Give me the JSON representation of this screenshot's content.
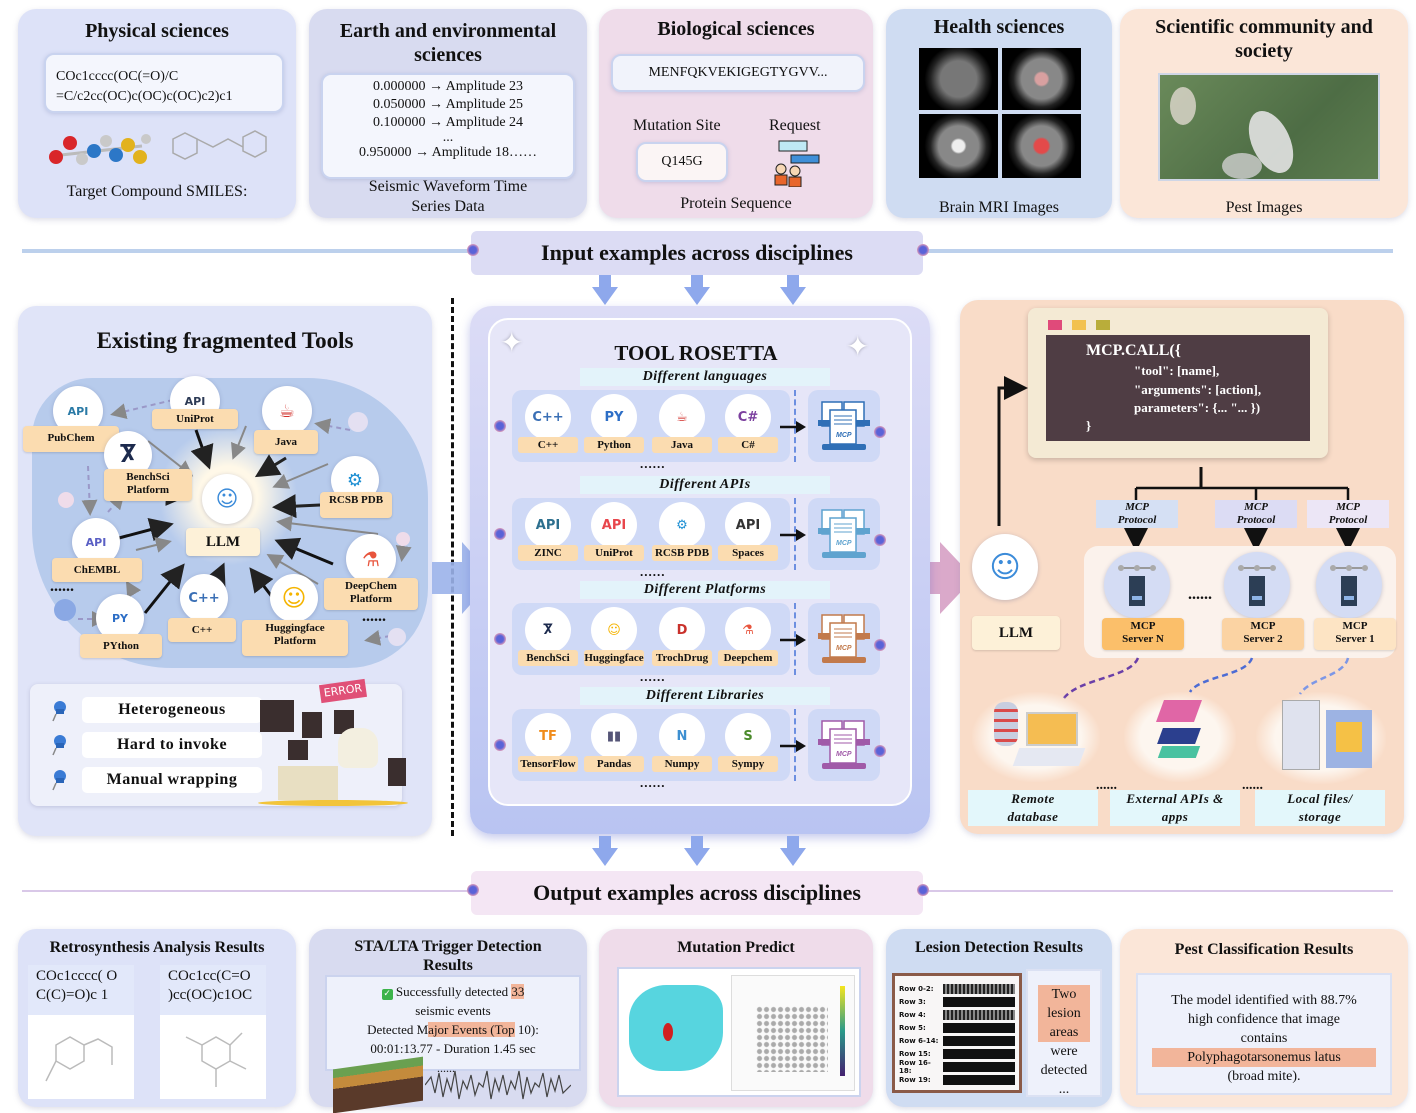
{
  "inputs": {
    "physical": {
      "title": "Physical sciences",
      "smiles_line1": "COc1cccc(OC(=O)/C",
      "smiles_line2": "=C/c2cc(OC)c(OC)c(OC)c2)c1",
      "caption": "Target Compound SMILES:"
    },
    "earth": {
      "title": "Earth and environmental sciences",
      "rows": [
        "0.000000 → Amplitude 23",
        "0.050000 → Amplitude 25",
        "0.100000 → Amplitude 24",
        "...",
        "0.950000 → Amplitude 18……"
      ],
      "caption": "Seismic Waveform Time Series Data"
    },
    "bio": {
      "title": "Biological sciences",
      "sequence": "MENFQKVEKIGEGTYGVV...",
      "mutation_label": "Mutation Site",
      "request_label": "Request",
      "mutation_value": "Q145G",
      "caption": "Protein Sequence"
    },
    "health": {
      "title": "Health sciences",
      "caption": "Brain MRI Images"
    },
    "society": {
      "title": "Scientific community and society",
      "caption": "Pest Images"
    }
  },
  "banners": {
    "input": "Input examples across disciplines",
    "output": "Output examples across disciplines"
  },
  "fragmented": {
    "title": "Existing fragmented Tools",
    "center": "LLM",
    "tools": [
      "PubChem",
      "UniProt",
      "Java",
      "BenchSci Platform",
      "RCSB PDB",
      "ChEMBL",
      "DeepChem Platform",
      "PYthon",
      "C++",
      "Huggingface Platform"
    ],
    "ellipsis": "......",
    "problems": [
      "Heterogeneous",
      "Hard to invoke",
      "Manual wrapping"
    ],
    "error_label": "ERROR"
  },
  "rosetta": {
    "title": "TOOL ROSETTA",
    "sections": [
      {
        "label": "Different  languages",
        "items": [
          "C++",
          "Python",
          "Java",
          "C#"
        ],
        "glyphs": [
          "C++",
          "PY",
          "☕",
          "C#"
        ],
        "colors": [
          "#3a6fb5",
          "#2d6ec6",
          "#d2322d",
          "#7b3f9e"
        ],
        "mcp_color": "#2f6fb6"
      },
      {
        "label": "Different  APIs",
        "items": [
          "ZINC",
          "UniProt",
          "RCSB PDB",
          "Spaces"
        ],
        "glyphs": [
          "API",
          "API",
          "⚙",
          "API"
        ],
        "colors": [
          "#2c6f8e",
          "#e8464c",
          "#1d8fd3",
          "#333333"
        ],
        "mcp_color": "#5fa3cf"
      },
      {
        "label": "Different  Platforms",
        "items": [
          "BenchSci",
          "Huggingface",
          "TrochDrug",
          "Deepchem"
        ],
        "glyphs": [
          "Ⴟ",
          "☺",
          "D",
          "⚗"
        ],
        "colors": [
          "#1c2a4d",
          "#f5b400",
          "#c9312b",
          "#e8553d"
        ],
        "mcp_color": "#c27a4c"
      },
      {
        "label": "Different  Libraries",
        "items": [
          "TensorFlow",
          "Pandas",
          "Numpy",
          "Sympy"
        ],
        "glyphs": [
          "TF",
          "▮▮",
          "N",
          "S"
        ],
        "colors": [
          "#f08c1b",
          "#555577",
          "#3d8fd1",
          "#4a8a2a"
        ],
        "mcp_color": "#a05aa8"
      }
    ],
    "ellipsis": "......",
    "mcp_label": "MCP"
  },
  "mcp": {
    "code": [
      "MCP.CALL({",
      "\"tool\": [name],",
      "\"arguments\":  [action],",
      "parameters\": {... \"... })",
      "}"
    ],
    "llm": "LLM",
    "protocol": "MCP Protocol",
    "servers": [
      "MCP Server N",
      "MCP Server 2",
      "MCP Server 1"
    ],
    "server_colors": [
      "#fbbf6a",
      "#fbd3a3",
      "#fde4c4"
    ],
    "protocol_colors": [
      "#d5e0f4",
      "#dcdcf4",
      "#ece6f6"
    ],
    "ellipsis": "......",
    "resources": [
      "Remote database",
      "External APIs & apps",
      "Local files/ storage"
    ],
    "window_dots": [
      "#e04a7a",
      "#f2c14f",
      "#b9ad3a"
    ]
  },
  "outputs": {
    "retro": {
      "title": "Retrosynthesis Analysis Results",
      "smiles_a": "COc1cccc( OC(C)=O)c 1",
      "smiles_b": "COc1cc(C=O )cc(OC)c1OC"
    },
    "sta": {
      "title": "STA/LTA Trigger Detection Results",
      "line1_pre": "Successfully detected ",
      "line1_hl": "33",
      "line2": "seismic events",
      "line3_pre": "Detected M",
      "line3_hl": "ajor Events (Top",
      "line3_post": " 10):",
      "line4": "00:01:13.77 - Duration 1.45 sec",
      "more": "......"
    },
    "mutation": {
      "title": "Mutation Predict"
    },
    "lesion": {
      "title": "Lesion Detection Results",
      "rows": [
        "Row 0-2:",
        "Row 3:",
        "Row 4:",
        "Row 5:",
        "Row 6-14:",
        "Row 15:",
        "Row 16-18:",
        "Row 19:"
      ],
      "text_hl": "Two lesion areas",
      "text_rest": "were detected",
      "more": "..."
    },
    "pest": {
      "title": "Pest Classification Results",
      "line1": "The model identified with 88.7% high confidence that image contains",
      "species": "Polyphagotarsonemus latus",
      "common": "(broad mite)."
    }
  }
}
